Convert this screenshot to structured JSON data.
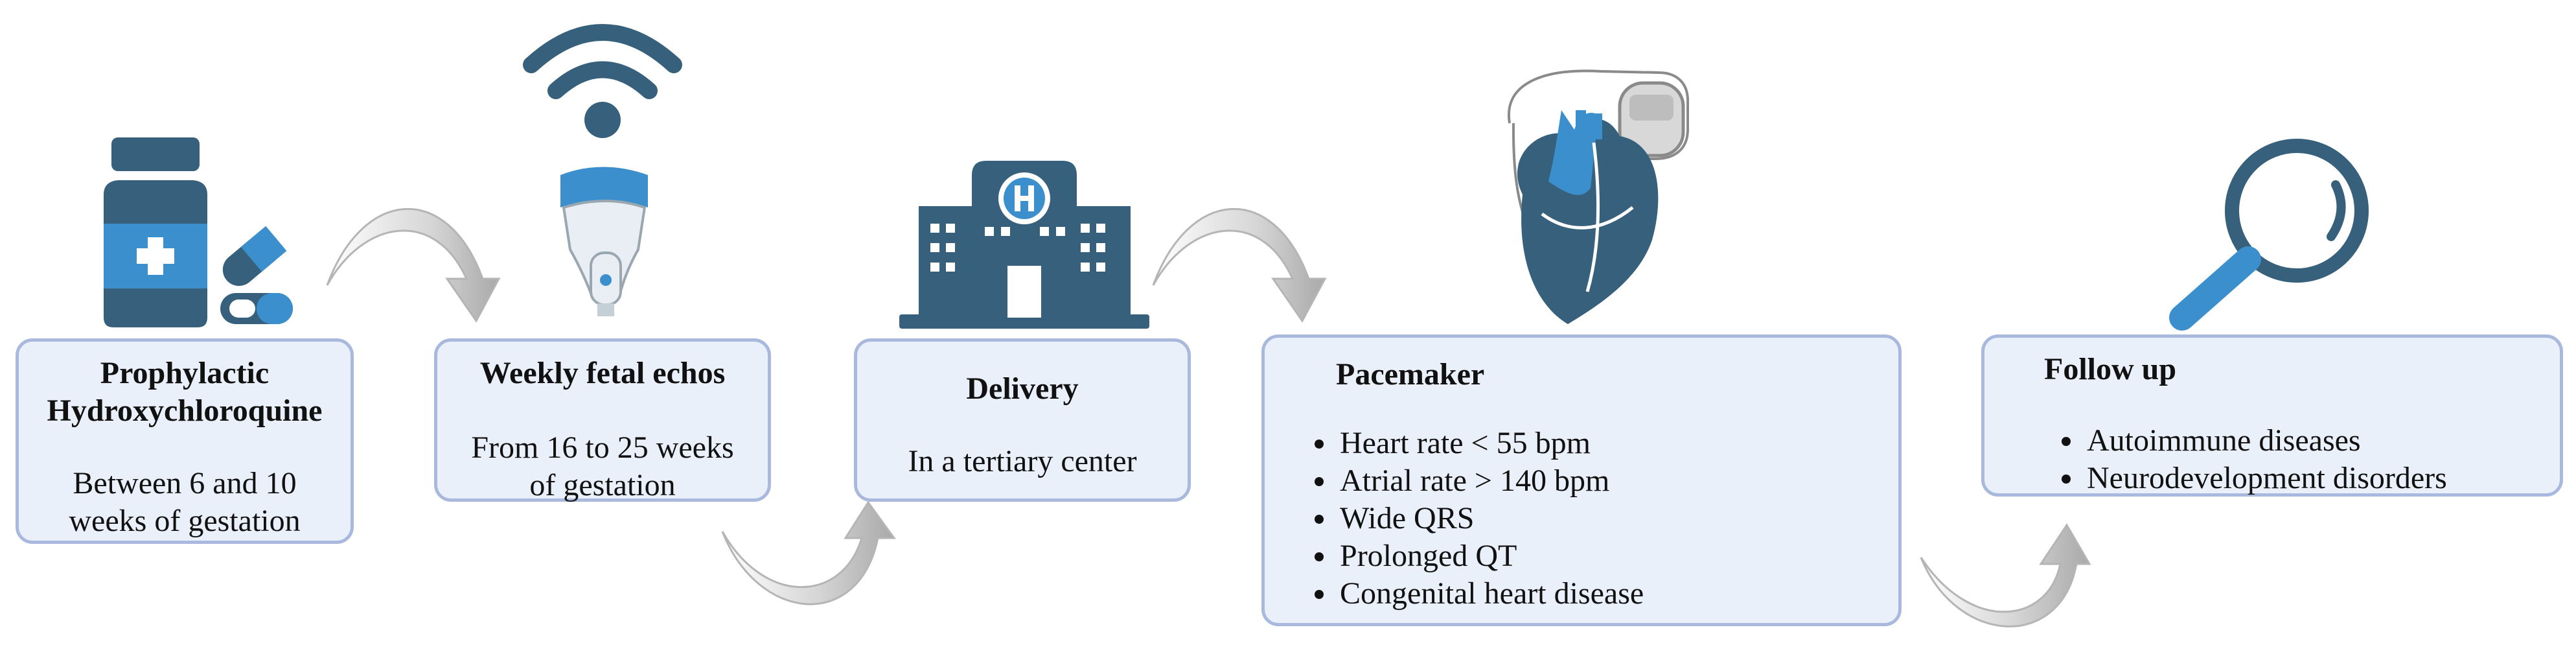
{
  "steps": [
    {
      "title": "Prophylactic Hydroxychloroquine",
      "detail": "Between 6 and 10 weeks of gestation"
    },
    {
      "title": "Weekly fetal echos",
      "detail": "From 16 to 25 weeks of  gestation"
    },
    {
      "title": "Delivery",
      "detail": "In a tertiary center"
    },
    {
      "title": "Pacemaker",
      "items": [
        "Heart rate < 55 bpm",
        "Atrial rate > 140 bpm",
        "Wide QRS",
        "Prolonged QT",
        "Congenital heart disease"
      ]
    },
    {
      "title": "Follow up",
      "items": [
        "Autoimmune diseases",
        "Neurodevelopment disorders"
      ]
    }
  ],
  "icons": [
    "medicine-bottle-icon",
    "pill-capsules-icon",
    "wifi-signal-icon",
    "ultrasound-probe-icon",
    "hospital-building-icon",
    "heart-pacemaker-icon",
    "magnifying-glass-icon"
  ],
  "colors": {
    "icon_dark": "#36607c",
    "icon_blue": "#3b8fcd",
    "box_fill": "#eaf0fa",
    "box_border": "#a9b9dd",
    "arrow": "#c9c9c9"
  }
}
